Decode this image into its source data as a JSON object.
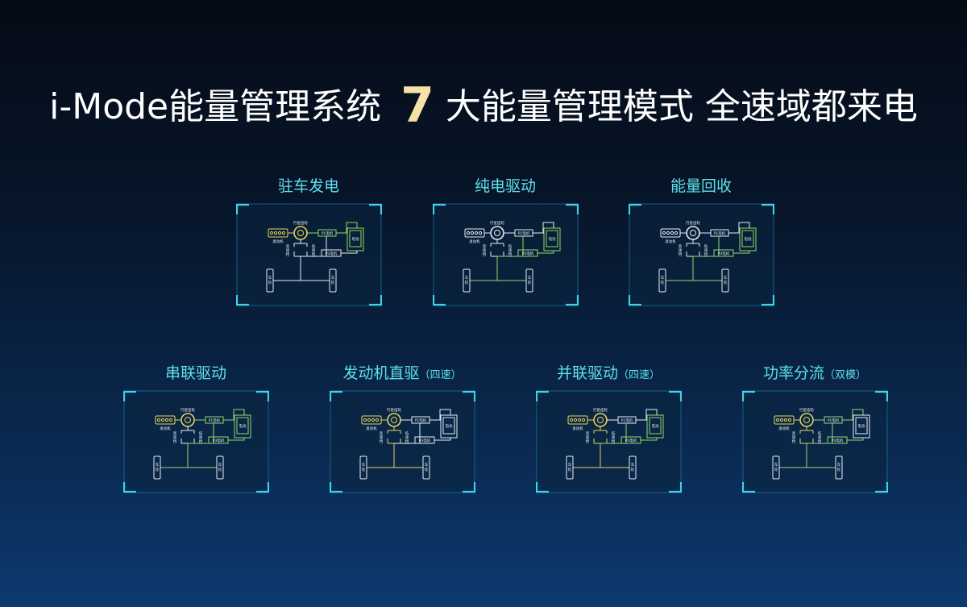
{
  "title": {
    "prefix": "i-Mode能量管理系统",
    "number": "7",
    "suffix": "大能量管理模式 全速域都来电"
  },
  "colors": {
    "accent": "#5fe0ea",
    "engine": "#e7d35a",
    "electric": "#8fdc6a",
    "line": "#e6eef5",
    "frame": "#3ad4ee"
  },
  "diagram_labels": {
    "planet": "行星齿轮",
    "engine": "发动机",
    "p1": "P1电机",
    "p3": "P3电机",
    "battery": "电池",
    "high": [
      "高",
      "速",
      "挡"
    ],
    "low": [
      "低",
      "速",
      "挡"
    ],
    "wheel": [
      "车",
      "轮"
    ]
  },
  "modes": [
    {
      "name": "驻车发电",
      "sub": "",
      "yellow": [
        "engine",
        "planet"
      ],
      "green": [
        "p1",
        "battery",
        "p1bat"
      ]
    },
    {
      "name": "纯电驱动",
      "sub": "",
      "yellow": [],
      "green": [
        "p3",
        "battery",
        "p3bat",
        "axle"
      ]
    },
    {
      "name": "能量回收",
      "sub": "",
      "yellow": [],
      "green": [
        "p3",
        "battery",
        "p3bat",
        "axle"
      ]
    },
    {
      "name": "串联驱动",
      "sub": "",
      "yellow": [
        "engine",
        "planet"
      ],
      "green": [
        "p1",
        "p3",
        "battery",
        "p1bat",
        "p3bat",
        "axle"
      ]
    },
    {
      "name": "发动机直驱",
      "sub": "（四速）",
      "yellow": [
        "engine",
        "planet",
        "gears",
        "axle"
      ],
      "green": []
    },
    {
      "name": "并联驱动",
      "sub": "（四速）",
      "yellow": [
        "engine",
        "planet",
        "gears",
        "axle"
      ],
      "green": [
        "p3",
        "battery",
        "p3bat"
      ]
    },
    {
      "name": "功率分流",
      "sub": "（双模）",
      "yellow": [
        "engine",
        "planet",
        "gears"
      ],
      "green": [
        "p1",
        "p3",
        "p1bat",
        "p3bat",
        "axle"
      ]
    }
  ]
}
